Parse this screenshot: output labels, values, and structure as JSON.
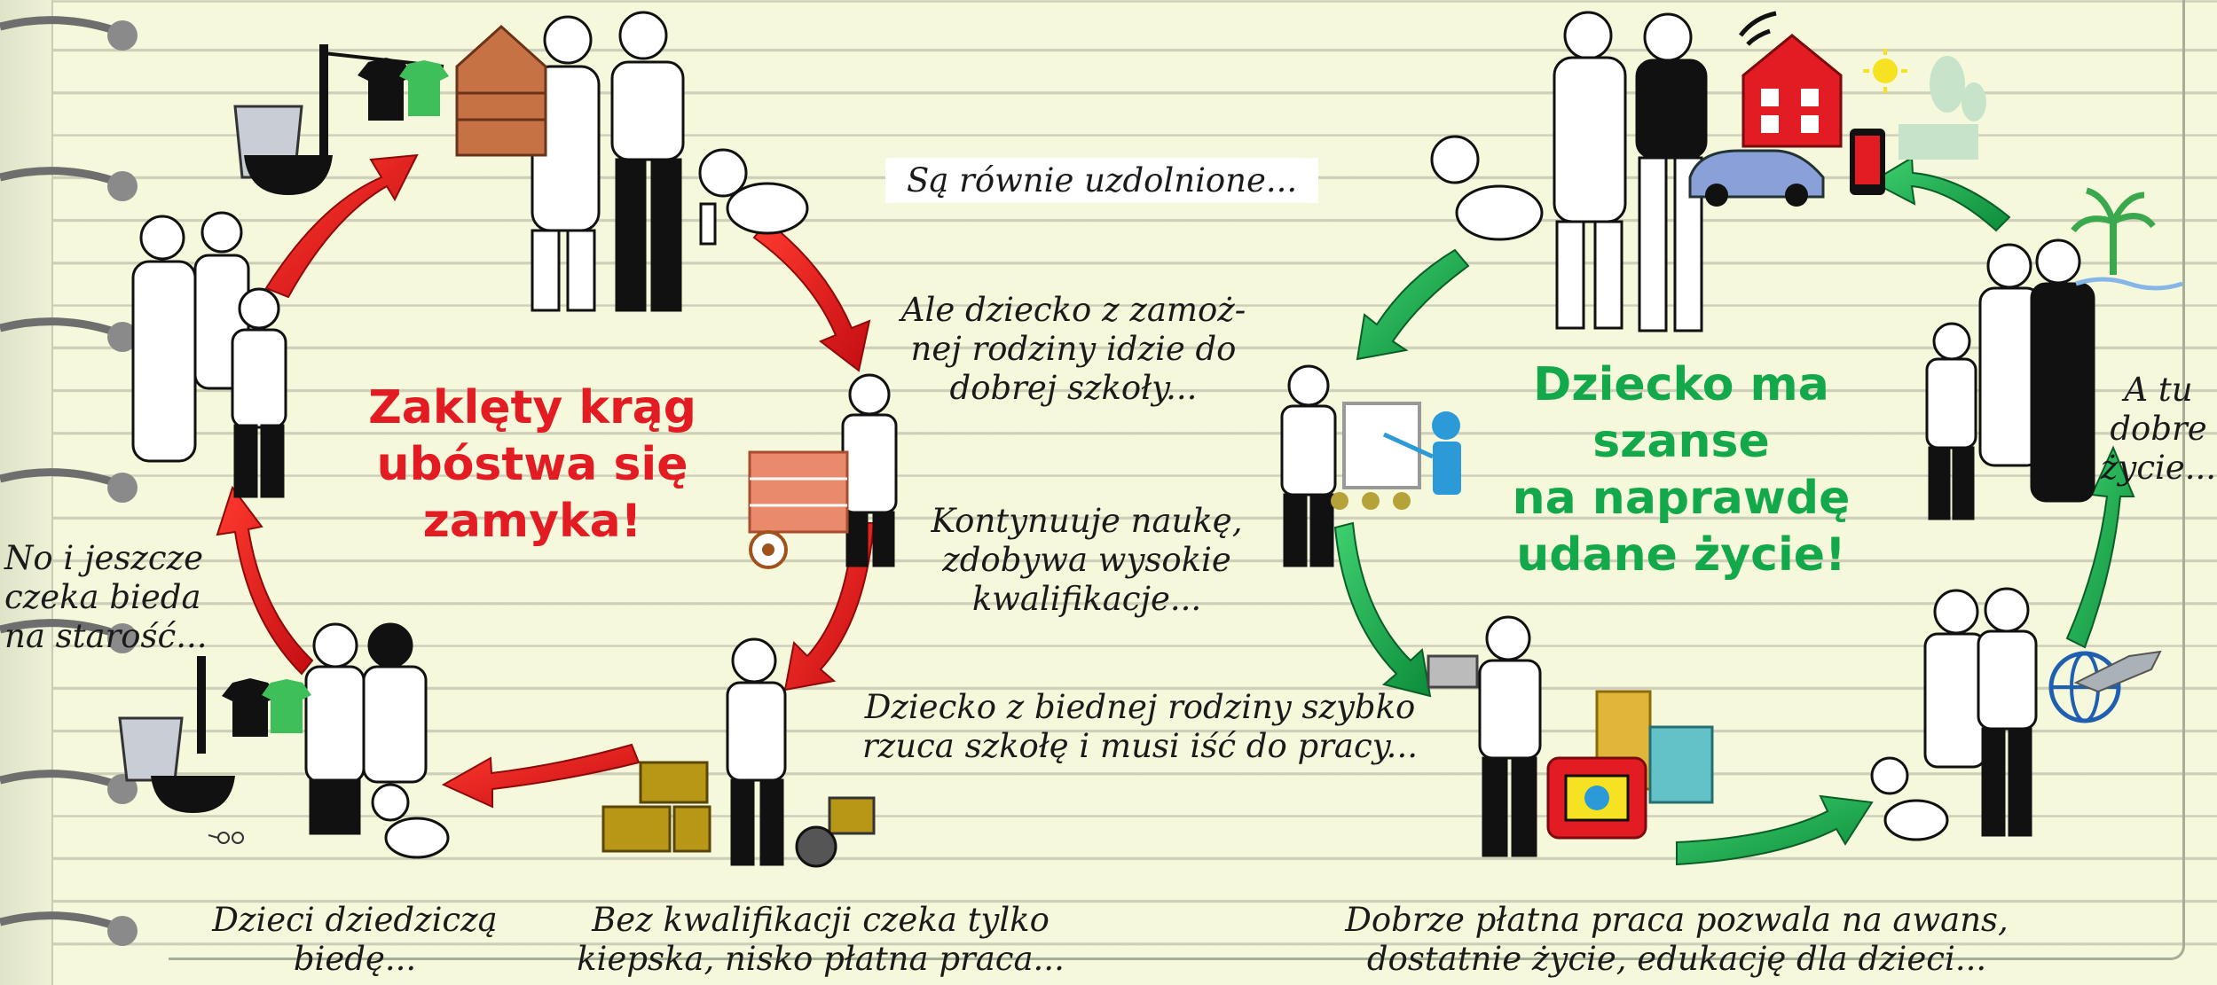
{
  "colors": {
    "poverty_red": "#e31b23",
    "success_green": "#13a84a",
    "paper": "#f6f8dc"
  },
  "poverty_cycle": {
    "title": "Zaklęty krąg\nubóstwa się\nzamyka!",
    "steps": [
      "Ale dziecko z zamoż-\nnej rodziny idzie do\ndobrej szkoły...",
      "Kontynuuje naukę,\nzdobywa wysokie\nkwalifikacje...",
      "Dziecko z biednej rodziny szybko\nrzuca szkołę i musi iść do pracy...",
      "Bez kwalifikacji czeka tylko\nkiepska, nisko płatna praca...",
      "Dzieci dziedziczą\nbiedę...",
      "No i jeszcze\nczeka bieda\nna starość..."
    ]
  },
  "intro": "Są równie uzdolnione...",
  "wealth_cycle": {
    "title": "Dziecko ma\nszanse\nna naprawdę\nudane życie!",
    "steps": [
      "Dobrze płatna praca pozwala na awans,\ndostatnie życie, edukację dla dzieci...",
      "A tu\ndobre\nżycie..."
    ]
  },
  "icons": [
    "people-family-icon",
    "baby-crawling-icon",
    "house-icon",
    "laundry-icon",
    "bucket-icon",
    "bowl-icon",
    "brick-wall-icon",
    "football-icon",
    "boxes-icon",
    "hand-truck-icon",
    "glasses-icon",
    "teacher-board-icon",
    "wifi-icon",
    "sun-icon",
    "car-icon",
    "smartphone-icon",
    "palm-tree-icon",
    "office-building-icon",
    "laptop-icon",
    "globe-plane-icon",
    "meeting-table-icon"
  ]
}
